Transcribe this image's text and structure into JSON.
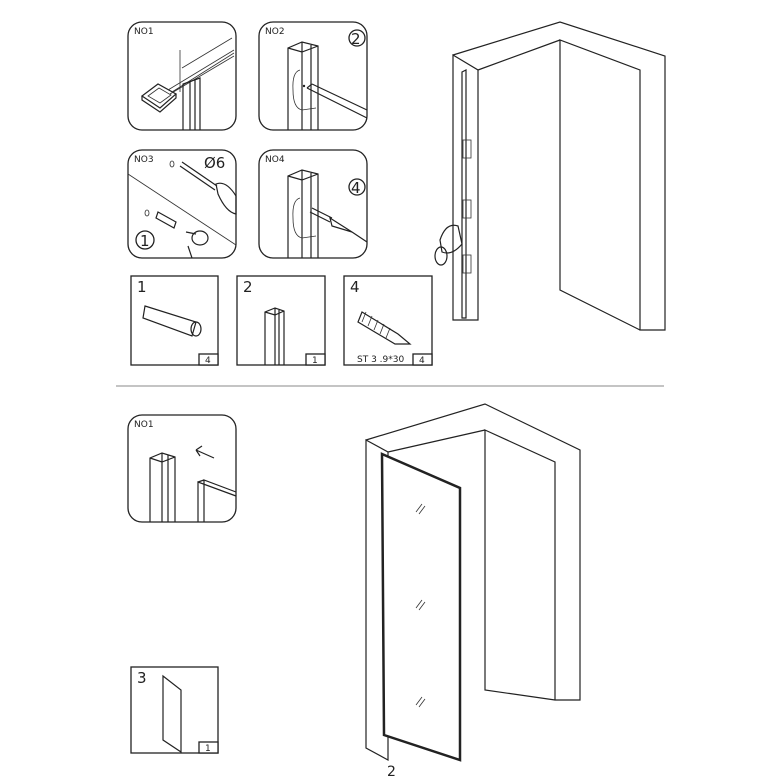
{
  "top_section": {
    "steps": [
      {
        "label": "NO1"
      },
      {
        "label": "NO2",
        "callout": "2"
      },
      {
        "label": "NO3",
        "callout": "1",
        "drill_size": "Ø6"
      },
      {
        "label": "NO4",
        "callout": "4"
      }
    ],
    "parts": [
      {
        "number": "1",
        "quantity": "4",
        "spec": ""
      },
      {
        "number": "2",
        "quantity": "1",
        "spec": ""
      },
      {
        "number": "4",
        "quantity": "4",
        "spec": "ST 3 .9*30"
      }
    ]
  },
  "bottom_section": {
    "steps": [
      {
        "label": "NO1"
      }
    ],
    "parts": [
      {
        "number": "3",
        "quantity": "1"
      }
    ]
  },
  "page_number": "2"
}
